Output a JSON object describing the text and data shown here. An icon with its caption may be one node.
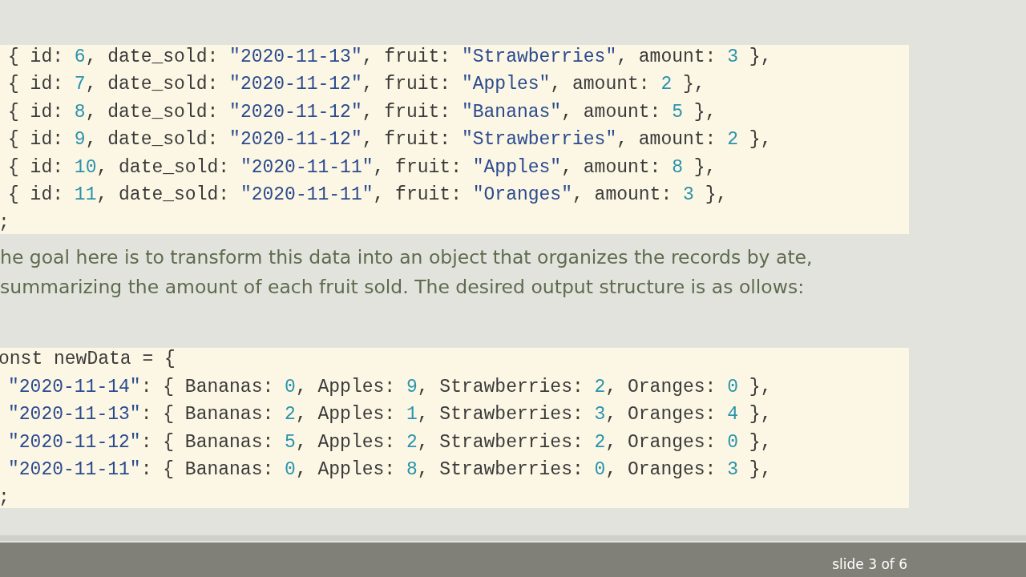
{
  "diagram": {
    "labels": [
      "{ id: 6, date_sold: \"2020-11-13\", fruit: \"Strawberries\", amount: 3 },",
      "{ id: 7, date_sold: \"2020-11-12\", fruit: \"Apples\", amount: 2 },",
      "{ id: 8, date_sold: \"2020-11-12\", fruit: \"Bananas\", amount: 5 },",
      "{ id: 9, date_sold: \"2020-11-12\", fruit: \"Strawberries\", amount: 2 },",
      "{ id: 10, date_sold: \"2020-11-11\", fruit: \"Apples\", amount: 8 },",
      "{ id: 11, date_sold: \"2020-11-11\", fruit: \"Oranges\", amount: 3 },",
      ";",
      "he goal here is to transform this data into an object that organizes the records by ate, summarizing the amount of each fruit sold. The desired output structure is as ollows:",
      "onst newData = {",
      "\"2020-11-14\": { Bananas: 0, Apples: 9, Strawberries: 2, Oranges: 0 },",
      "\"2020-11-13\": { Bananas: 2, Apples: 1, Strawberries: 3, Oranges: 4 },",
      "\"2020-11-12\": { Bananas: 5, Apples: 2, Strawberries: 2, Oranges: 0 },",
      "\"2020-11-11\": { Bananas: 0, Apples: 8, Strawberries: 0, Oranges: 3 },",
      ";",
      "slide 3 of 6"
    ]
  }
}
